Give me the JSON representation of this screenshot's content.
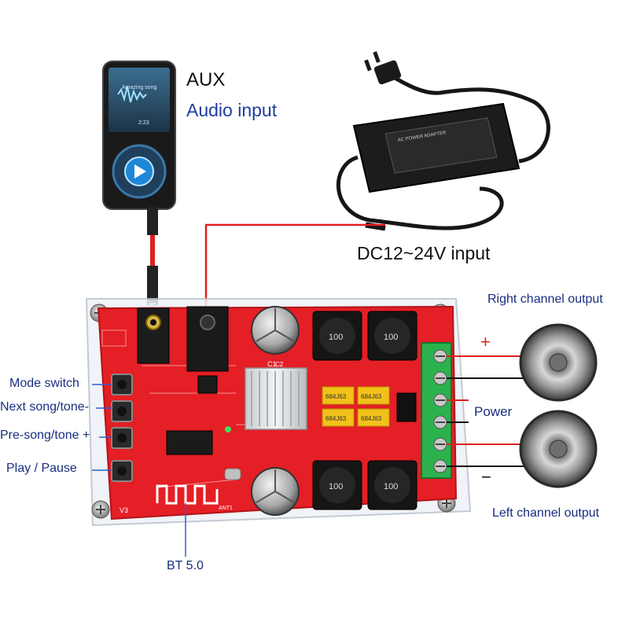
{
  "labels": {
    "aux": "AUX",
    "audio_input": "Audio input",
    "dc_input": "DC12~24V input",
    "right_channel": "Right channel output",
    "left_channel": "Left channel output",
    "power": "Power",
    "plus": "+",
    "minus": "−",
    "mode_switch": "Mode switch",
    "next_song": "Next song/tone-",
    "pre_song": "Pre-song/tone +",
    "play_pause": "Play / Pause",
    "bt": "BT 5.0"
  },
  "player": {
    "screen_text": "Amazing song",
    "time_text": "2:23"
  },
  "board": {
    "version": "V3",
    "antenna": "ANT1",
    "inductor_code": "100",
    "cap_code": "684J63",
    "heatsink_part": "C2",
    "cap_part": "C1"
  },
  "adapter": {
    "product_text": "AC POWER ADAPTER"
  },
  "colors": {
    "board_red": "#e41f25",
    "label_blue": "#1a2e80",
    "wire_red": "#e02020",
    "terminal_green": "#2bb24c",
    "cap_yellow": "#f2c21b"
  }
}
